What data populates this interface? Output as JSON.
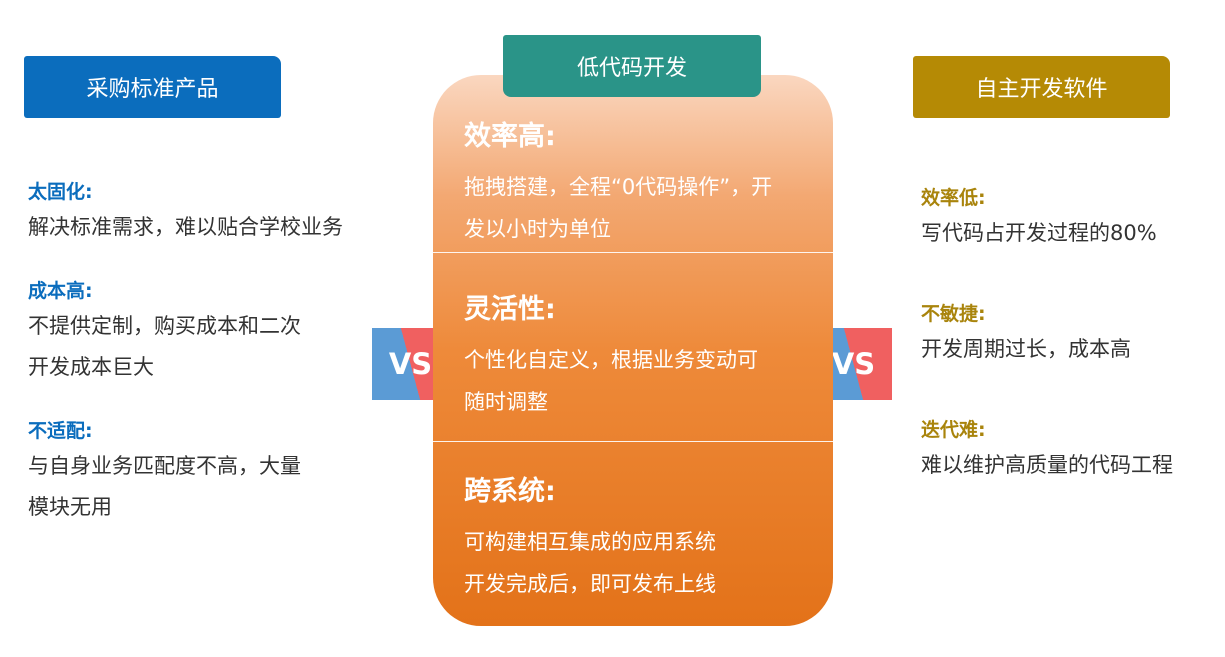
{
  "left": {
    "header": "采购标准产品",
    "items": [
      {
        "title": "太固化:",
        "lines": [
          "解决标准需求，难以贴合学校业务"
        ]
      },
      {
        "title": "成本高:",
        "lines": [
          "不提供定制，购买成本和二次",
          "开发成本巨大"
        ]
      },
      {
        "title": "不适配:",
        "lines": [
          "与自身业务匹配度不高，大量",
          "模块无用"
        ]
      }
    ]
  },
  "center": {
    "header": "低代码开发",
    "sections": [
      {
        "title": "效率高:",
        "lines": [
          "拖拽搭建，全程“0代码操作”，开",
          "发以小时为单位"
        ]
      },
      {
        "title": "灵活性:",
        "lines": [
          "个性化自定义，根据业务变动可",
          "随时调整"
        ]
      },
      {
        "title": "跨系统:",
        "lines": [
          "可构建相互集成的应用系统",
          "开发完成后，即可发布上线"
        ]
      }
    ]
  },
  "right": {
    "header": "自主开发软件",
    "items": [
      {
        "title": "效率低:",
        "lines": [
          "写代码占开发过程的80%"
        ]
      },
      {
        "title": "不敏捷:",
        "lines": [
          "开发周期过长，成本高"
        ]
      },
      {
        "title": "迭代难:",
        "lines": [
          "难以维护高质量的代码工程"
        ]
      }
    ]
  },
  "vs_label": "VS",
  "colors": {
    "left_accent": "#0b6dbd",
    "center_header": "#2a9488",
    "right_accent": "#b58a05",
    "vs_blue": "#5b9bd5",
    "vs_red": "#f06060"
  }
}
